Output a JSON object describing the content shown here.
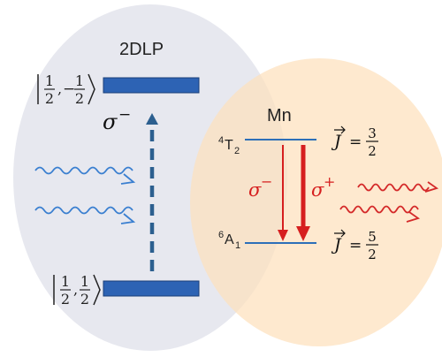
{
  "diagram": {
    "left_panel": {
      "title": "2DLP",
      "upper_state": {
        "num1": "1",
        "den1": "2",
        "sign": "−",
        "num2": "1",
        "den2": "2"
      },
      "lower_state": {
        "num1": "1",
        "den1": "2",
        "num2": "1",
        "den2": "2"
      },
      "transition": {
        "symbol": "σ",
        "superscript": "−"
      },
      "colors": {
        "ellipse": "#e6e7ee",
        "level_bar": "#2d63b4",
        "arrow": "#2c5f8f",
        "wave": "#3a7fd0"
      }
    },
    "right_panel": {
      "title": "Mn",
      "upper_level": {
        "term_sup": "4",
        "term_base": "T",
        "term_sub": "2",
        "j_label": "J",
        "j_num": "3",
        "j_den": "2"
      },
      "lower_level": {
        "term_sup": "6",
        "term_base": "A",
        "term_sub": "1",
        "j_label": "J",
        "j_num": "5",
        "j_den": "2"
      },
      "transition_minus": {
        "symbol": "σ",
        "superscript": "−"
      },
      "transition_plus": {
        "symbol": "σ",
        "superscript": "+"
      },
      "colors": {
        "ellipse": "#fde6c9",
        "level_line": "#2d6fb8",
        "arrow": "#d61f1f",
        "wave": "#d42a2a"
      }
    }
  }
}
